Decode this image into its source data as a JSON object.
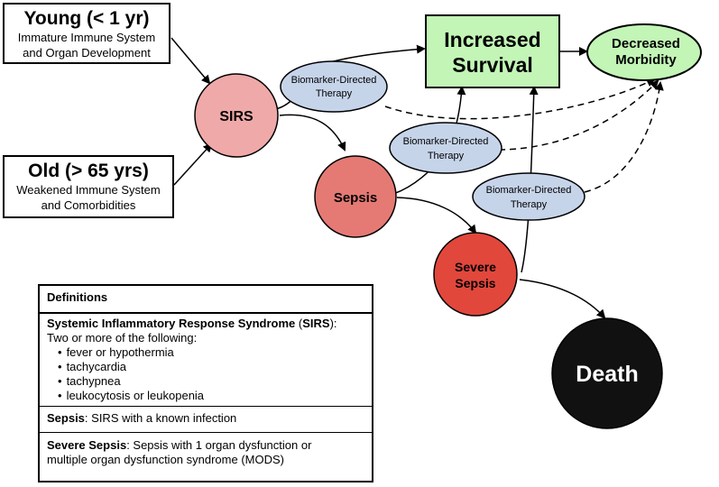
{
  "young": {
    "title": "Young (< 1 yr)",
    "line1": "Immature Immune System",
    "line2": "and Organ Development"
  },
  "old": {
    "title": "Old (> 65 yrs)",
    "line1": "Weakened Immune System",
    "line2": "and Comorbidities"
  },
  "nodes": {
    "sirs": "SIRS",
    "sepsis": "Sepsis",
    "severe_line1": "Severe",
    "severe_line2": "Sepsis",
    "death": "Death",
    "survival_line1": "Increased",
    "survival_line2": "Survival",
    "morbidity_line1": "Decreased",
    "morbidity_line2": "Morbidity"
  },
  "therapy": {
    "line1": "Biomarker-Directed",
    "line2": "Therapy"
  },
  "colors": {
    "sirs": "#efa9a9",
    "sepsis": "#e57a74",
    "severe": "#e2473c",
    "death": "#111111",
    "survival": "#c2f5b6",
    "morbidity": "#c2f5b6",
    "therapy": "#c6d4ea"
  },
  "definitions": {
    "header": "Definitions",
    "sirs_term": "Systemic Inflammatory Response Syndrome",
    "sirs_abbr_open": " (",
    "sirs_abbr": "SIRS",
    "sirs_abbr_close": "):",
    "sirs_intro": "Two or more of the following:",
    "sirs_items": [
      "fever or hypothermia",
      "tachycardia",
      "tachypnea",
      "leukocytosis or leukopenia"
    ],
    "sepsis_term": "Sepsis",
    "sepsis_text": ": SIRS with a known infection",
    "severe_term": "Severe Sepsis",
    "severe_text": ": Sepsis with 1 organ dysfunction or",
    "severe_text2": "multiple organ dysfunction syndrome (MODS)"
  }
}
